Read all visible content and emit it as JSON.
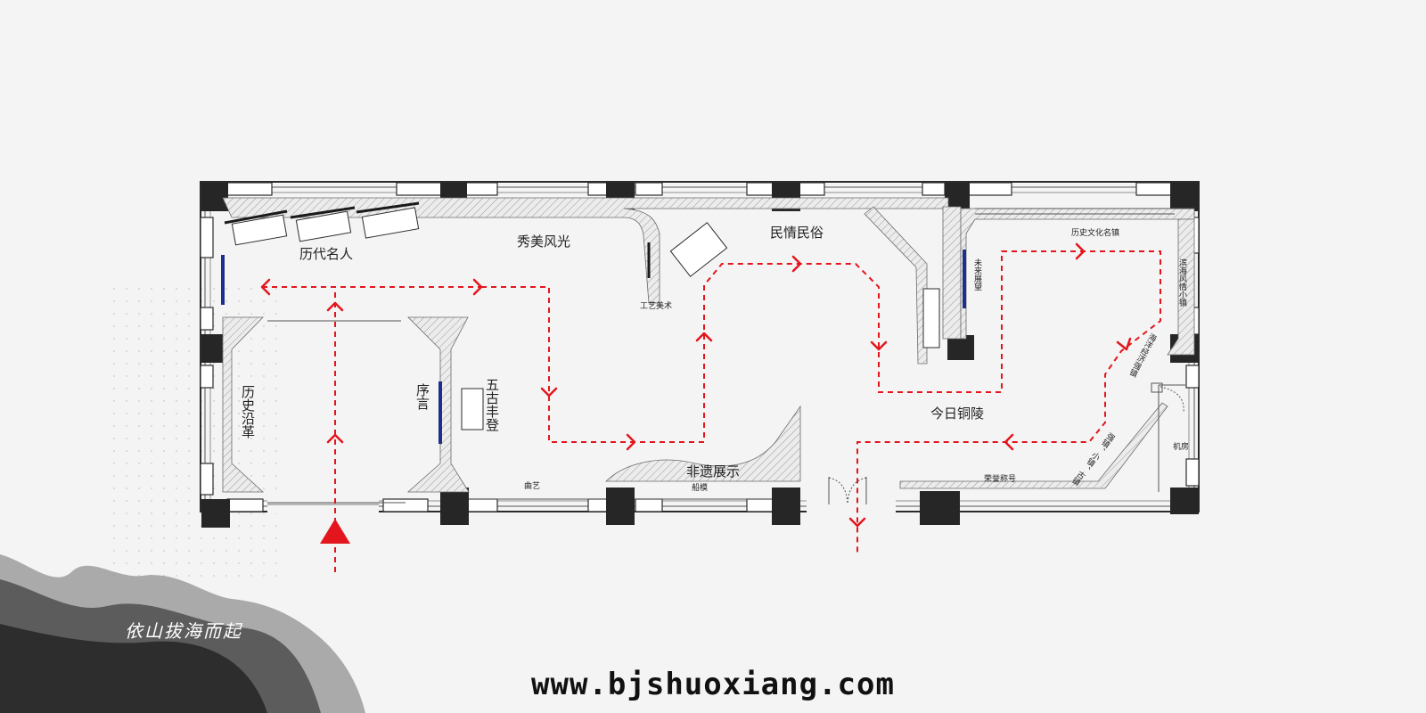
{
  "zones": {
    "famous_people": "历代名人",
    "scenery": "秀美风光",
    "folk_customs": "民情民俗",
    "future": "未来展望",
    "historic_towns": "历史文化名镇",
    "coastal_towns": "滨海风情小镇",
    "marine_economy": "海洋经济强镇",
    "crafts": "工艺美术",
    "history": "历史沿革",
    "preface": "序言",
    "wugu_fengdeng": "五古丰登",
    "today": "今日铜陵",
    "heritage": "非遗展示",
    "folk_art": "曲艺",
    "ship_model": "船模",
    "honors": "荣誉称号",
    "town_types": "强镇、小镇、古镇",
    "machine_room": "机房"
  },
  "slogan": "依山拔海而起",
  "website": "www.bjshuoxiang.com",
  "colors": {
    "wall": "#2b2b2b",
    "column": "#262626",
    "route": "#e3161d",
    "panel": "#1c2f8a",
    "hatch": "#b8b8b8"
  },
  "icons": {
    "entrance": "entrance-arrow-icon",
    "route_arrow": "chevron-arrow-icon"
  }
}
